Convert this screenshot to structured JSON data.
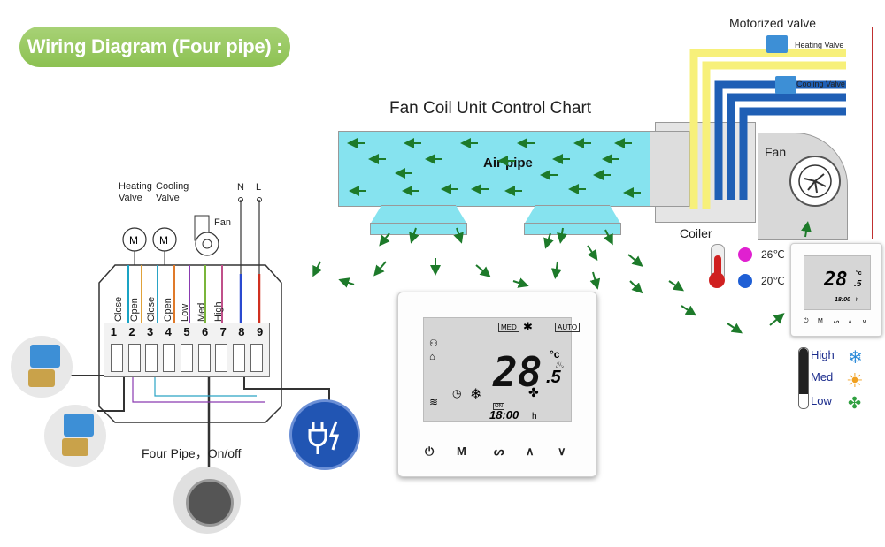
{
  "header": {
    "title": "Wiring Diagram (Four pipe) :"
  },
  "wiring": {
    "heating_valve_label": "Heating\nValve",
    "cooling_valve_label": "Cooling\nValve",
    "fan_label": "Fan",
    "n_label": "N",
    "l_label": "L",
    "terminal_labels": [
      "Close",
      "Open",
      "Close",
      "Open",
      "Low",
      "Med",
      "High"
    ],
    "terminal_numbers": [
      "1",
      "2",
      "3",
      "4",
      "5",
      "6",
      "7",
      "8",
      "9"
    ],
    "caption": "Four Pipe，On/off"
  },
  "chart": {
    "title": "Fan Coil Unit Control Chart",
    "air_pipe": "Air pipe",
    "coiler": "Coiler",
    "fan": "Fan",
    "motorized_valve": "Motorized valve",
    "heating_valve": "Heating Valve",
    "cooling_valve": "Cooling Valve",
    "temp_hot": "26℃",
    "temp_cold": "20℃"
  },
  "thermostat_main": {
    "mode_badge": "MED",
    "auto_badge": "AUTO",
    "temp_int": "28",
    "temp_dec": ".5",
    "unit": "°c",
    "time_badge": "ON",
    "time": "18:00",
    "time_unit": "h",
    "buttons": [
      "⏻",
      "M",
      "ᔕ",
      "∧",
      "∨"
    ]
  },
  "thermostat_small": {
    "temp_int": "28",
    "temp_dec": ".5",
    "unit": "°c",
    "time": "18:00",
    "time_unit": "h",
    "buttons": [
      "⏻",
      "M",
      "ᔕ",
      "∧",
      "∨"
    ]
  },
  "fan_speed_legend": {
    "high": "High",
    "med": "Med",
    "low": "Low"
  },
  "colors": {
    "title_green": "#8cc152",
    "air_pipe": "#86e3ef",
    "arrow_green": "#1d7a2a",
    "hot_pipe": "#f7f07a",
    "cold_pipe": "#1f5fb5",
    "plug_blue": "#2155b3"
  }
}
